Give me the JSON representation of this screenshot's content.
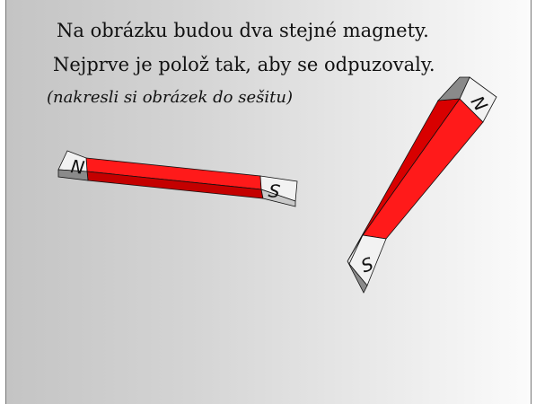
{
  "slide": {
    "line1": "Na obrázku budou dva stejné magnety.",
    "line2": "Nejprve je polož tak, aby se odpuzovaly.",
    "note": "(nakresli si obrázek do sešitu)"
  },
  "magnets": [
    {
      "north_label": "N",
      "south_label": "S"
    },
    {
      "north_label": "N",
      "south_label": "S"
    }
  ],
  "colors": {
    "magnet_body": "#ff1a1a",
    "pole_face": "#f2f2f2",
    "pole_side": "#8a8a8a"
  }
}
